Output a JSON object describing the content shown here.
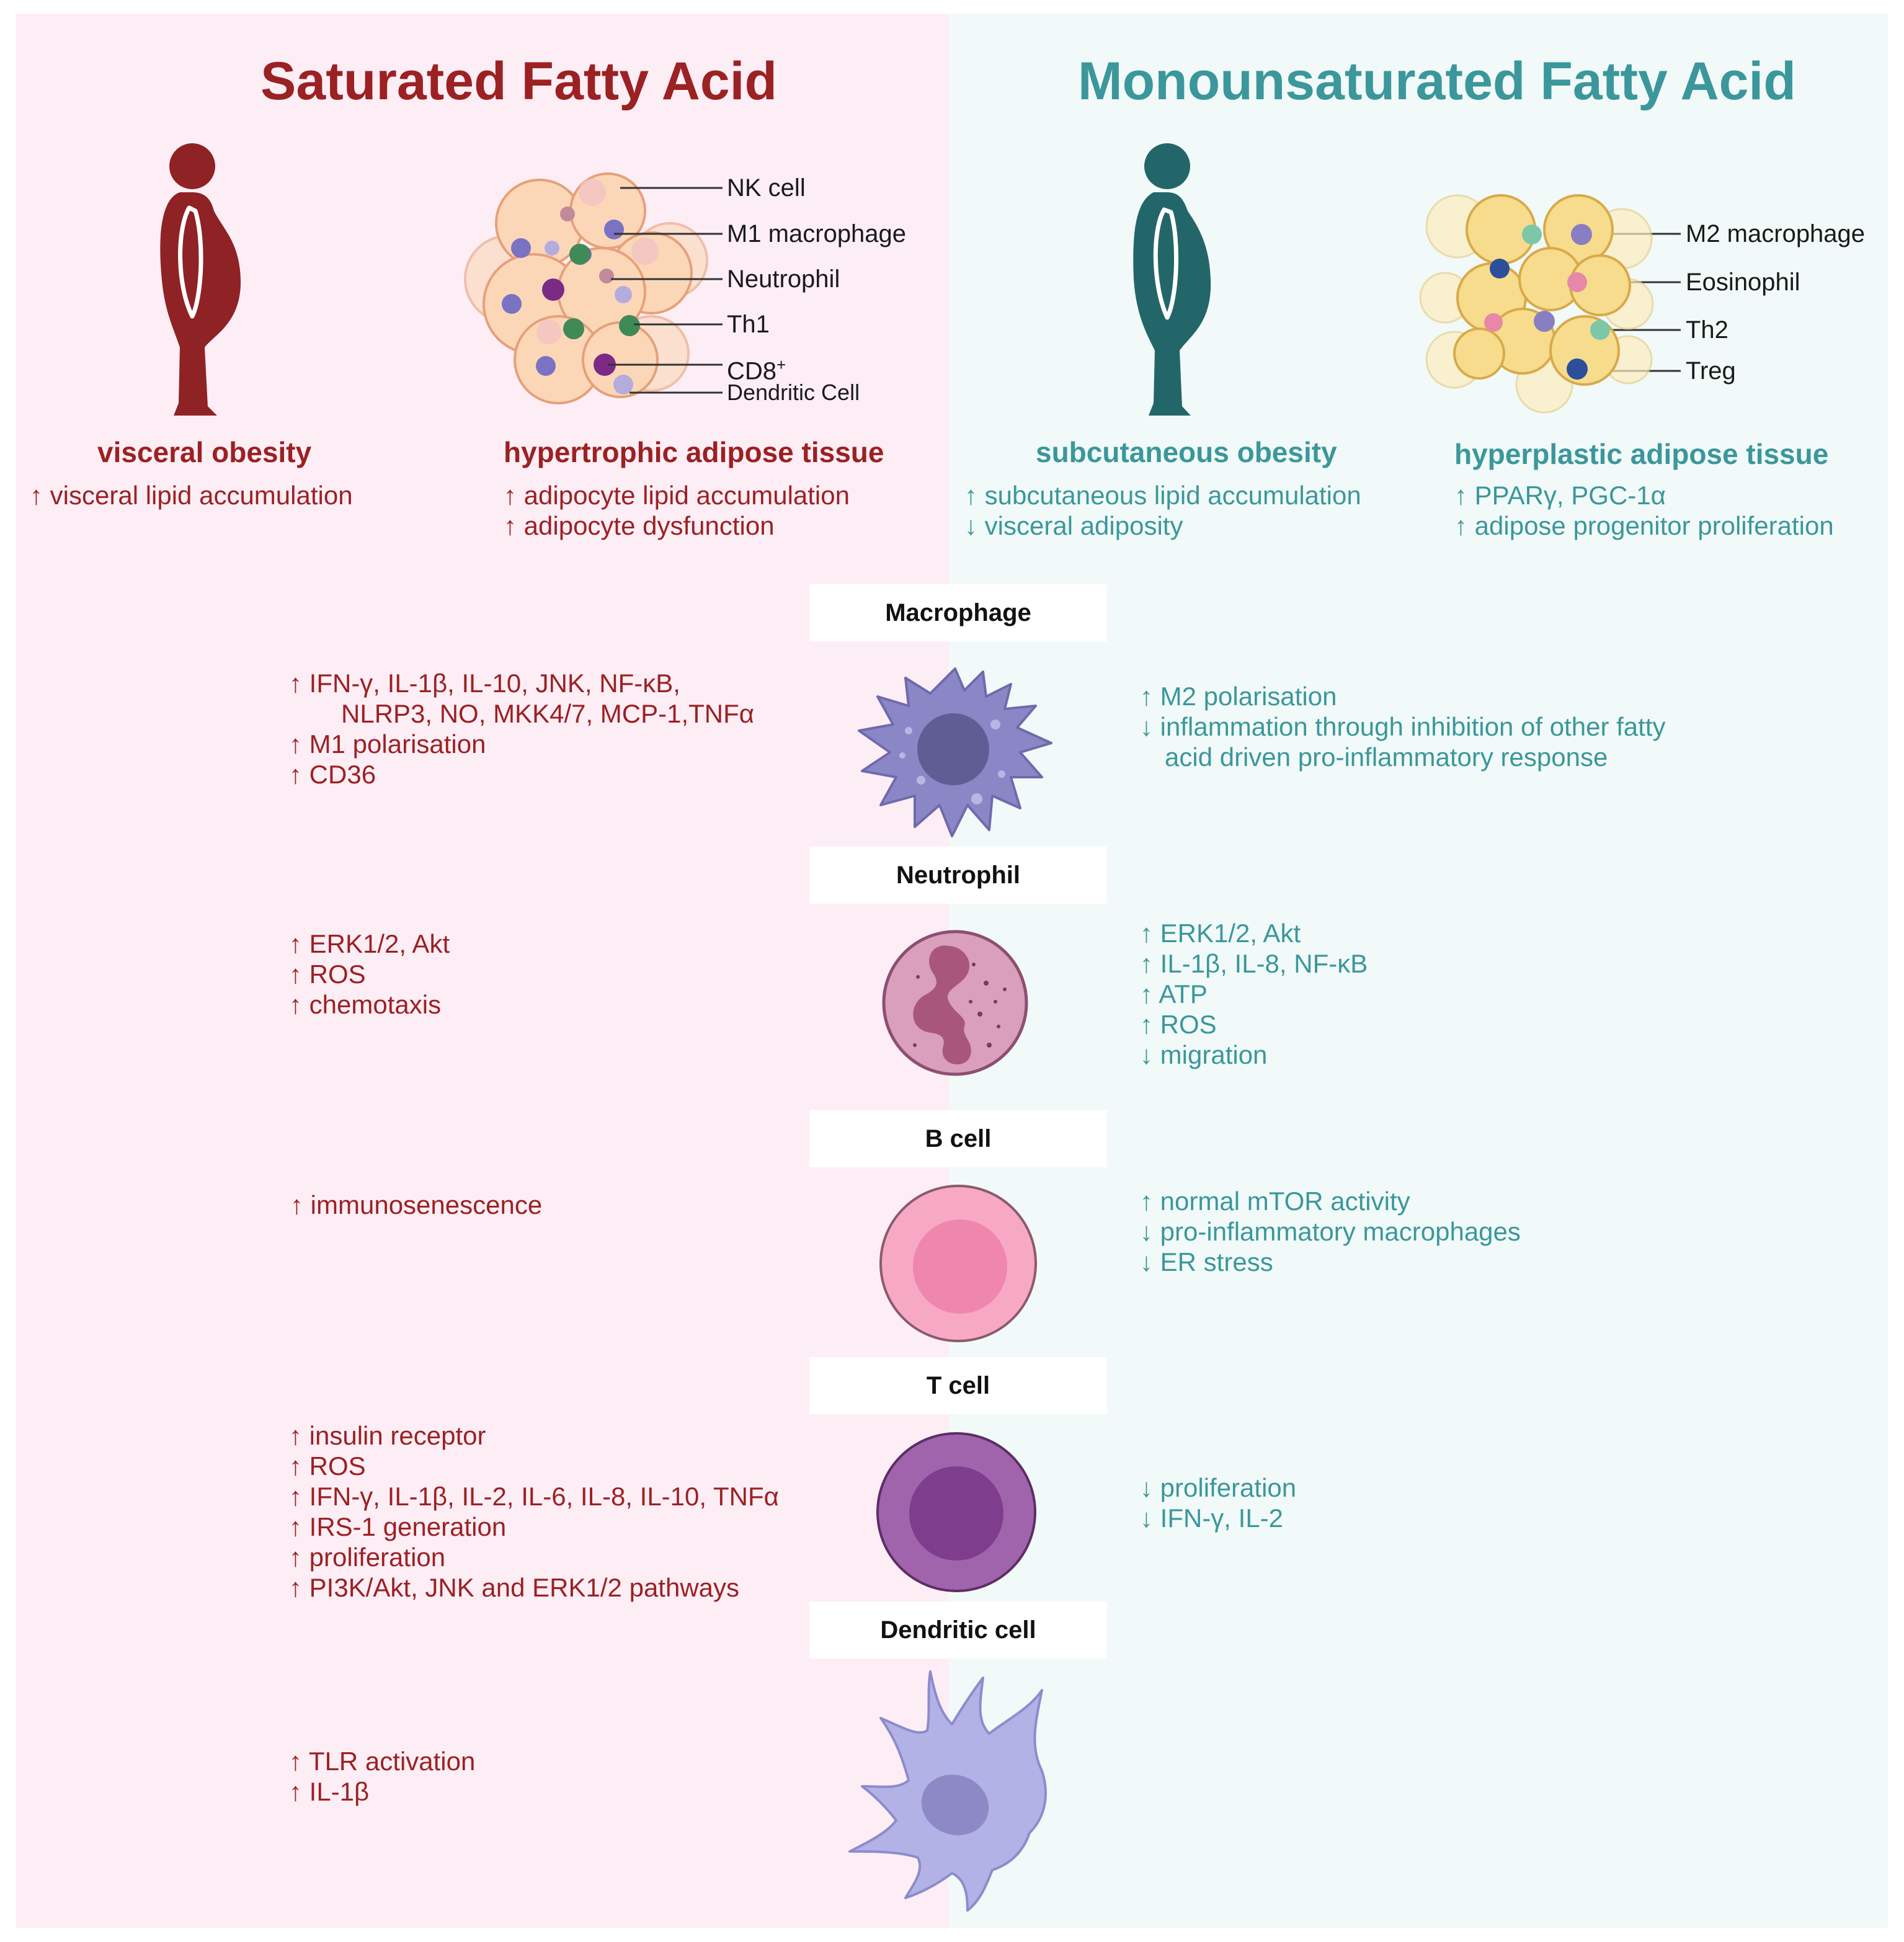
{
  "left": {
    "title": "Saturated Fatty Acid",
    "obesity": {
      "heading": "visceral obesity",
      "lines": [
        "↑ visceral lipid accumulation"
      ]
    },
    "tissue": {
      "heading": "hypertrophic adipose tissue",
      "lines": [
        "↑ adipocyte lipid accumulation",
        "↑ adipocyte dysfunction"
      ]
    },
    "tissue_labels": {
      "nk": "NK cell",
      "m1": "M1 macrophage",
      "neutrophil": "Neutrophil",
      "th1": "Th1",
      "cd8": "CD8",
      "cd8_sup": "+",
      "dendritic": "Dendritic Cell"
    },
    "macrophage": [
      "↑ IFN-γ, IL-1β, IL-10, JNK, NF-κB,",
      "NLRP3, NO, MKK4/7, MCP-1,TNFα",
      "↑ M1 polarisation",
      "↑ CD36"
    ],
    "neutrophil": [
      "↑ ERK1/2, Akt",
      "↑ ROS",
      "↑ chemotaxis"
    ],
    "bcell": [
      "↑ immunosenescence"
    ],
    "tcell": [
      "↑ insulin receptor",
      "↑ ROS",
      "↑ IFN-γ, IL-1β, IL-2, IL-6, IL-8, IL-10, TNFα",
      "↑ IRS-1 generation",
      "↑ proliferation",
      "↑ PI3K/Akt, JNK and ERK1/2 pathways"
    ],
    "dendritic": [
      "↑ TLR activation",
      "↑ IL-1β"
    ]
  },
  "right": {
    "title": "Monounsaturated Fatty Acid",
    "obesity": {
      "heading": "subcutaneous obesity",
      "lines": [
        "↑ subcutaneous lipid accumulation",
        "↓ visceral adiposity"
      ]
    },
    "tissue": {
      "heading": "hyperplastic adipose tissue",
      "lines": [
        "↑ PPARγ, PGC-1α",
        "↑ adipose progenitor proliferation"
      ]
    },
    "tissue_labels": {
      "m2": "M2 macrophage",
      "eosinophil": "Eosinophil",
      "th2": "Th2",
      "treg": "Treg"
    },
    "macrophage": [
      "↑ M2 polarisation",
      "↓ inflammation through inhibition of other fatty",
      "acid driven pro-inflammatory response"
    ],
    "neutrophil": [
      "↑ ERK1/2, Akt",
      "↑ IL-1β, IL-8, NF-κB",
      "↑ ATP",
      "↑ ROS",
      "↓ migration"
    ],
    "bcell": [
      "↑ normal mTOR activity",
      "↓ pro-inflammatory macrophages",
      "↓ ER stress"
    ],
    "tcell": [
      "↓ proliferation",
      "↓ IFN-γ, IL-2"
    ]
  },
  "cells": {
    "macrophage": "Macrophage",
    "neutrophil": "Neutrophil",
    "bcell": "B cell",
    "tcell": "T cell",
    "dendritic": "Dendritic cell"
  },
  "colors": {
    "sfa": "#9b2123",
    "mufa": "#3b979b",
    "left_bg": "#fdeef6",
    "right_bg": "#f1faf8",
    "mufa_figure": "#23666a"
  }
}
